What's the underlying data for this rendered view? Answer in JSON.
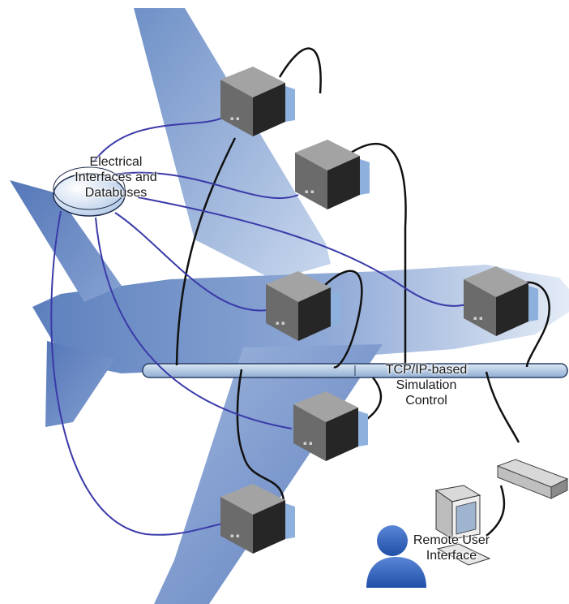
{
  "labels": {
    "databuses": [
      "Electrical",
      "Interfaces and",
      "Databuses"
    ],
    "simulation_control": [
      "TCP/IP-based",
      "Simulation",
      "Control"
    ],
    "remote_ui": [
      "Remote User",
      "Interface"
    ]
  },
  "colors": {
    "aircraft": "#7f9fcf",
    "aircraft_light": "#d6e2f2",
    "databus_cable": "#3a3aa8",
    "network_cable": "#111111",
    "bus_bar": "#b6cbe3",
    "node_top": "#9a9a9a",
    "node_side": "#2a2a2a",
    "node_front": "#6a6a6a"
  },
  "icons": [
    "aircraft-silhouette",
    "database-icon",
    "computer-node-icon",
    "network-bus",
    "network-switch-icon",
    "workstation-monitor-icon",
    "user-icon"
  ]
}
